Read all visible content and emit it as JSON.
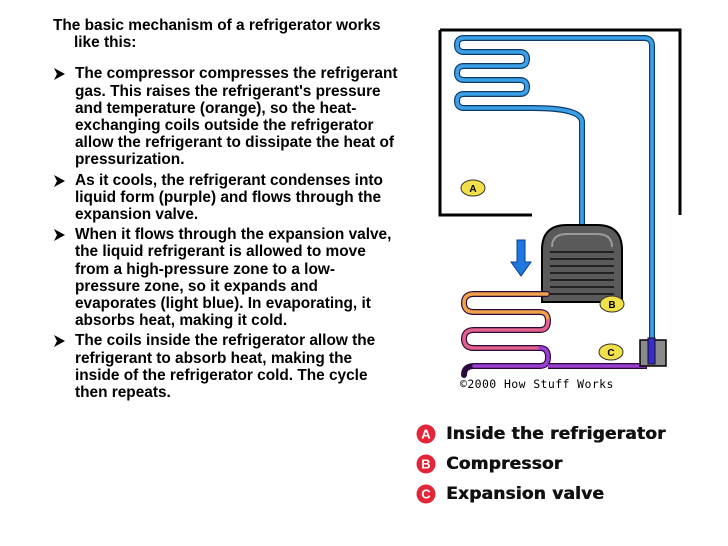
{
  "intro": "The basic mechanism of a refrigerator works like this:",
  "bullets": [
    "The compressor compresses the refrigerant gas. This raises the refrigerant's pressure and temperature (orange), so the heat-exchanging coils outside the refrigerator allow the refrigerant to dissipate the heat of pressurization.",
    "As it cools, the refrigerant condenses into liquid form (purple) and flows through the expansion valve.",
    "When it flows through the expansion valve, the liquid refrigerant is allowed to move from a high-pressure zone to a low-pressure zone, so it expands and evaporates (light blue). In evaporating, it absorbs heat, making it cold.",
    "The coils inside the refrigerator allow the refrigerant to absorb heat, making the inside of the refrigerator cold. The cycle then repeats."
  ],
  "diagram": {
    "callouts": [
      "A",
      "B",
      "C"
    ],
    "copyright": "©2000 How Stuff Works"
  },
  "legend": [
    {
      "letter": "A",
      "label": "Inside the refrigerator"
    },
    {
      "letter": "B",
      "label": "Compressor"
    },
    {
      "letter": "C",
      "label": "Expansion valve"
    }
  ],
  "colors": {
    "cold_pipe": "#3ba0e6",
    "hot_pipe": "#f2a24a",
    "liquid_pipe": "#9a3fd0",
    "callout_bg": "#f2e04a",
    "legend_badge": "#e3253a",
    "arrow_blue": "#1e78e0"
  }
}
